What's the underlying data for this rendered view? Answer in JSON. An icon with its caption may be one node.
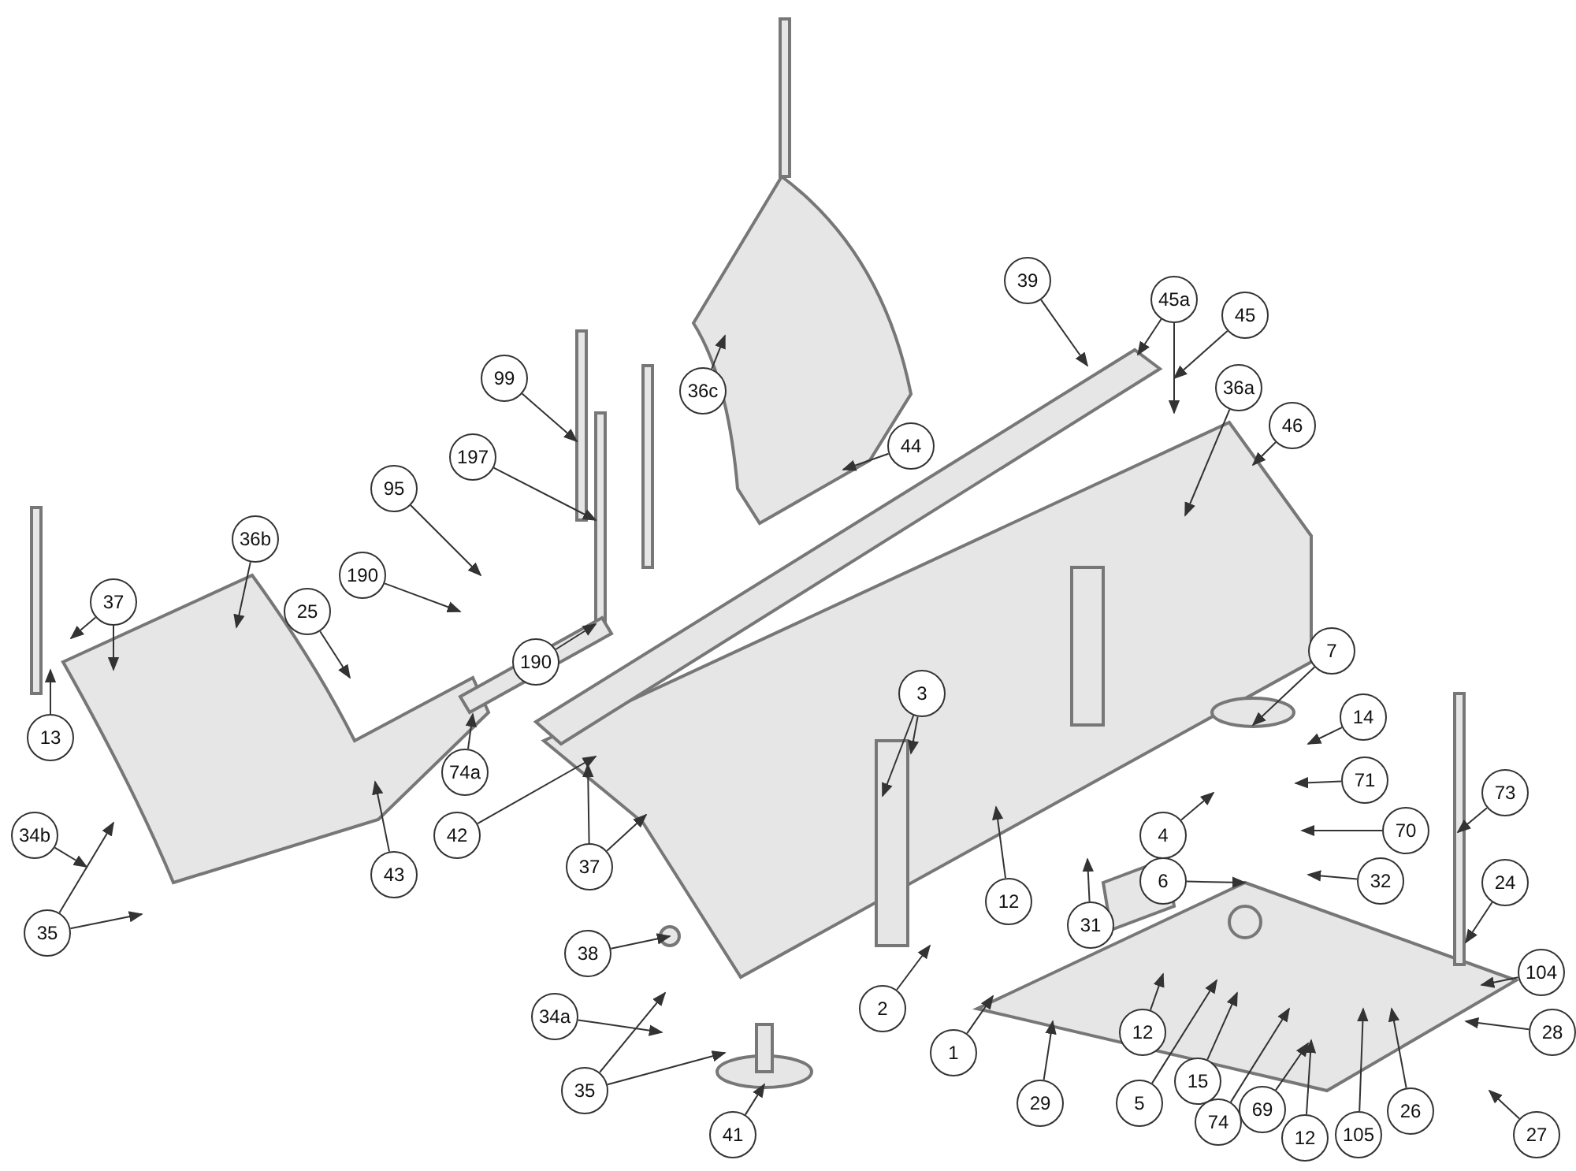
{
  "diagram": {
    "nodes": [
      {
        "text": [
          "39"
        ]
      },
      {
        "text": [
          "45a"
        ]
      },
      {
        "text": [
          "45"
        ]
      },
      {
        "text": [
          "36a"
        ]
      },
      {
        "text": [
          "36c"
        ]
      },
      {
        "text": [
          "46"
        ]
      },
      {
        "text": [
          "44"
        ]
      },
      {
        "text": [
          "99"
        ]
      },
      {
        "text": [
          "95"
        ]
      },
      {
        "text": [
          "197"
        ]
      },
      {
        "text": [
          "36b"
        ]
      },
      {
        "text": [
          "190"
        ]
      },
      {
        "text": [
          "37"
        ]
      },
      {
        "text": [
          "25"
        ]
      },
      {
        "text": [
          "7"
        ]
      },
      {
        "text": [
          "190"
        ]
      },
      {
        "text": [
          "3"
        ]
      },
      {
        "text": [
          "14"
        ]
      },
      {
        "text": [
          "13"
        ]
      },
      {
        "text": [
          "74a"
        ]
      },
      {
        "text": [
          "71"
        ]
      },
      {
        "text": [
          "42"
        ]
      },
      {
        "text": [
          "73"
        ]
      },
      {
        "text": [
          "70"
        ]
      },
      {
        "text": [
          "4"
        ]
      },
      {
        "text": [
          "34b"
        ]
      },
      {
        "text": [
          "37"
        ]
      },
      {
        "text": [
          "43"
        ]
      },
      {
        "text": [
          "6"
        ]
      },
      {
        "text": [
          "32"
        ]
      },
      {
        "text": [
          "24"
        ]
      },
      {
        "text": [
          "31"
        ]
      },
      {
        "text": [
          "12"
        ]
      },
      {
        "text": [
          "35"
        ]
      },
      {
        "text": [
          "38"
        ]
      },
      {
        "text": [
          "104"
        ]
      },
      {
        "text": [
          "2"
        ]
      },
      {
        "text": [
          "34a"
        ]
      },
      {
        "text": [
          "28"
        ]
      },
      {
        "text": [
          "1"
        ]
      },
      {
        "text": [
          "12"
        ]
      },
      {
        "text": [
          "29"
        ]
      },
      {
        "text": [
          "15"
        ]
      },
      {
        "text": [
          "35"
        ]
      },
      {
        "text": [
          "26"
        ]
      },
      {
        "text": [
          "27"
        ]
      },
      {
        "text": [
          "5"
        ]
      },
      {
        "text": [
          "69"
        ]
      },
      {
        "text": [
          "74"
        ]
      },
      {
        "text": [
          "105"
        ]
      },
      {
        "text": [
          "41"
        ]
      },
      {
        "text": [
          "12"
        ]
      }
    ],
    "edges": [
      {
        "from": 0,
        "to": null,
        "arrow": "to"
      },
      {
        "from": 1,
        "to": null,
        "arrow": "to"
      },
      {
        "from": 1,
        "to": null,
        "arrow": "to"
      },
      {
        "from": 2,
        "to": null,
        "arrow": "to"
      },
      {
        "from": 3,
        "to": null,
        "arrow": "to"
      },
      {
        "from": 4,
        "to": null,
        "arrow": "to"
      },
      {
        "from": 5,
        "to": null,
        "arrow": "to"
      },
      {
        "from": 6,
        "to": null,
        "arrow": "to"
      },
      {
        "from": 7,
        "to": null,
        "arrow": "to"
      },
      {
        "from": 8,
        "to": null,
        "arrow": "to"
      },
      {
        "from": 9,
        "to": null,
        "arrow": "to"
      },
      {
        "from": 10,
        "to": null,
        "arrow": "to"
      },
      {
        "from": 11,
        "to": null,
        "arrow": "to"
      },
      {
        "from": 12,
        "to": null,
        "arrow": "to"
      },
      {
        "from": 12,
        "to": null,
        "arrow": "to"
      },
      {
        "from": 13,
        "to": null,
        "arrow": "to"
      },
      {
        "from": 14,
        "to": null,
        "arrow": "to"
      },
      {
        "from": 15,
        "to": null,
        "arrow": "to"
      },
      {
        "from": 16,
        "to": null,
        "arrow": "to"
      },
      {
        "from": 16,
        "to": null,
        "arrow": "to"
      },
      {
        "from": 17,
        "to": null,
        "arrow": "to"
      },
      {
        "from": 18,
        "to": null,
        "arrow": "to"
      },
      {
        "from": 19,
        "to": null,
        "arrow": "to"
      },
      {
        "from": 20,
        "to": null,
        "arrow": "to"
      },
      {
        "from": 21,
        "to": null,
        "arrow": "to"
      },
      {
        "from": 22,
        "to": null,
        "arrow": "to"
      },
      {
        "from": 23,
        "to": null,
        "arrow": "to"
      },
      {
        "from": 24,
        "to": null,
        "arrow": "to"
      },
      {
        "from": 25,
        "to": null,
        "arrow": "to"
      },
      {
        "from": 26,
        "to": null,
        "arrow": "to"
      },
      {
        "from": 26,
        "to": null,
        "arrow": "to"
      },
      {
        "from": 27,
        "to": null,
        "arrow": "to"
      },
      {
        "from": 28,
        "to": null,
        "arrow": "to"
      },
      {
        "from": 29,
        "to": null,
        "arrow": "to"
      },
      {
        "from": 30,
        "to": null,
        "arrow": "to"
      },
      {
        "from": 31,
        "to": null,
        "arrow": "to"
      },
      {
        "from": 32,
        "to": null,
        "arrow": "to"
      },
      {
        "from": 33,
        "to": null,
        "arrow": "to"
      },
      {
        "from": 33,
        "to": null,
        "arrow": "to"
      },
      {
        "from": 34,
        "to": null,
        "arrow": "to"
      },
      {
        "from": 35,
        "to": null,
        "arrow": "to"
      },
      {
        "from": 36,
        "to": null,
        "arrow": "to"
      },
      {
        "from": 37,
        "to": null,
        "arrow": "to"
      },
      {
        "from": 38,
        "to": null,
        "arrow": "to"
      },
      {
        "from": 39,
        "to": null,
        "arrow": "to"
      },
      {
        "from": 40,
        "to": null,
        "arrow": "to"
      },
      {
        "from": 41,
        "to": null,
        "arrow": "to"
      },
      {
        "from": 42,
        "to": null,
        "arrow": "to"
      },
      {
        "from": 43,
        "to": null,
        "arrow": "to"
      },
      {
        "from": 43,
        "to": null,
        "arrow": "to"
      },
      {
        "from": 44,
        "to": null,
        "arrow": "to"
      },
      {
        "from": 45,
        "to": null,
        "arrow": "to"
      },
      {
        "from": 46,
        "to": null,
        "arrow": "to"
      },
      {
        "from": 47,
        "to": null,
        "arrow": "to"
      },
      {
        "from": 48,
        "to": null,
        "arrow": "to"
      },
      {
        "from": 49,
        "to": null,
        "arrow": "to"
      },
      {
        "from": 50,
        "to": null,
        "arrow": "to"
      },
      {
        "from": 51,
        "to": null,
        "arrow": "to"
      }
    ]
  }
}
